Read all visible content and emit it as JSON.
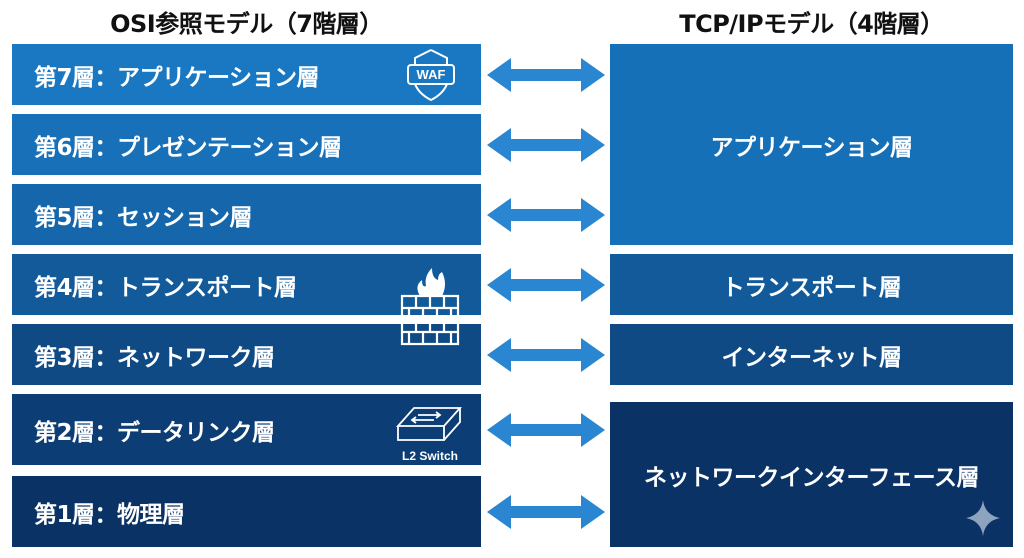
{
  "headings": {
    "osi": "OSI参照モデル（7階層）",
    "tcpip": "TCP/IPモデル（4階層）"
  },
  "osi_layers": [
    {
      "label": "第7層：アプリケーション層",
      "color": "#1a78c2"
    },
    {
      "label": "第6層：プレゼンテーション層",
      "color": "#1870b8"
    },
    {
      "label": "第5層：セッション層",
      "color": "#1566ab"
    },
    {
      "label": "第4層：トランスポート層",
      "color": "#135a9a"
    },
    {
      "label": "第3層：ネットワーク層",
      "color": "#0f4a85"
    },
    {
      "label": "第2層：データリンク層",
      "color": "#0c3d74"
    },
    {
      "label": "第1層：物理層",
      "color": "#0a3264"
    }
  ],
  "tcpip_layers": [
    {
      "label": "アプリケーション層",
      "color": "#1670b8"
    },
    {
      "label": "トランスポート層",
      "color": "#135a9a"
    },
    {
      "label": "インターネット層",
      "color": "#0f4a85"
    },
    {
      "label": "ネットワークインターフェース層",
      "color": "#0a3264"
    }
  ],
  "icons": {
    "waf": {
      "name": "waf-shield-icon",
      "text": "WAF"
    },
    "firewall": {
      "name": "firewall-icon"
    },
    "switch": {
      "name": "l2-switch-icon",
      "text": "L2 Switch"
    },
    "sparkle": {
      "name": "sparkle-icon"
    }
  },
  "arrow_color": "#2a86d0"
}
